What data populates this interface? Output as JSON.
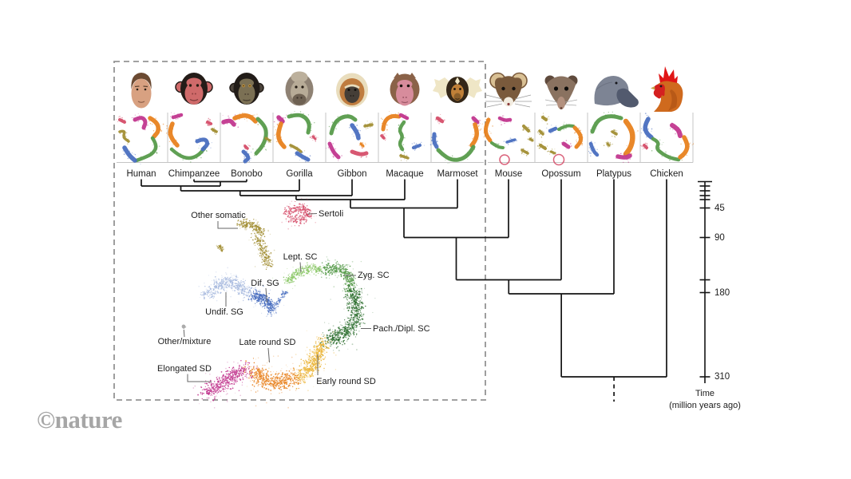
{
  "credit": "©nature",
  "species": [
    {
      "name": "Human"
    },
    {
      "name": "Chimpanzee"
    },
    {
      "name": "Bonobo"
    },
    {
      "name": "Gorilla"
    },
    {
      "name": "Gibbon"
    },
    {
      "name": "Macaque"
    },
    {
      "name": "Marmoset"
    },
    {
      "name": "Mouse"
    },
    {
      "name": "Opossum"
    },
    {
      "name": "Platypus"
    },
    {
      "name": "Chicken"
    }
  ],
  "umap_labels": {
    "other_somatic": "Other somatic",
    "sertoli": "Sertoli",
    "lept_sc": "Lept. SC",
    "zyg_sc": "Zyg. SC",
    "pach_dipl_sc": "Pach./Dipl. SC",
    "dif_sg": "Dif. SG",
    "undif_sg": "Undif. SG",
    "other_mixture": "Other/mixture",
    "late_round_sd": "Late round SD",
    "early_round_sd": "Early round SD",
    "elongated_sd": "Elongated SD"
  },
  "palette": {
    "sertoli": "#d6506c",
    "other_somatic": "#a38f35",
    "lept_sc": "#8cc868",
    "zyg_sc": "#579b4b",
    "pach_dipl_sc": "#2c6e2e",
    "dif_sg": "#4a6fc0",
    "undif_sg": "#a9bbdf",
    "other_mixture": "#ababab",
    "late_round_sd": "#e8821f",
    "early_round_sd": "#ecb73d",
    "elongated_sd": "#c2388f"
  },
  "head_colors": {
    "Human": {
      "hair": "#6b4a32",
      "skin": "#d8a181"
    },
    "Chimpanzee": {
      "fur": "#241c18",
      "face": "#cf6a6a"
    },
    "Bonobo": {
      "fur": "#221c18",
      "face": "#7b7054"
    },
    "Gorilla": {
      "fur": "#8f8274",
      "face": "#b7ab97",
      "dark": "#6e6152",
      "crest": "#bcb09c"
    },
    "Gibbon": {
      "fur": "#e9ddbd",
      "inner": "#bf7c3f",
      "face": "#453e37"
    },
    "Macaque": {
      "fur": "#8a6248",
      "face": "#d78c9c"
    },
    "Marmoset": {
      "fur": "#342718",
      "tufts": "#efe6c6",
      "face": "#c08038",
      "muzzle": "#8a5e2a"
    },
    "Mouse": {
      "fur": "#7a5a3c",
      "ears": "#d9c094",
      "muzzle": "#f2ece0",
      "nose": "#8c3b3b"
    },
    "Opossum": {
      "fur": "#8a7260",
      "ears": "#5f4a3c",
      "snout": "#b3917f"
    },
    "Platypus": {
      "body": "#7d8494",
      "bill": "#525a6e"
    },
    "Chicken": {
      "comb": "#e01616",
      "body": "#cf6a1e",
      "face": "#d42020",
      "wing": "#a84f12",
      "beak": "#caa24a"
    }
  },
  "time_axis": {
    "ticks": [
      {
        "label": "45"
      },
      {
        "label": "90"
      },
      {
        "label": "180"
      },
      {
        "label": "310"
      }
    ],
    "title": "Time",
    "subtitle": "(million years ago)"
  }
}
